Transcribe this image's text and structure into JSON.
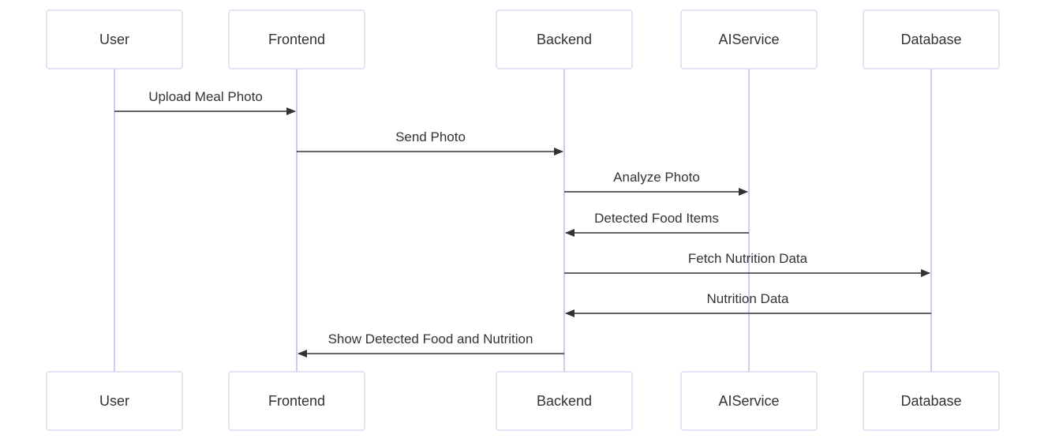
{
  "participants": [
    {
      "id": "user",
      "label": "User"
    },
    {
      "id": "frontend",
      "label": "Frontend"
    },
    {
      "id": "backend",
      "label": "Backend"
    },
    {
      "id": "aiservice",
      "label": "AIService"
    },
    {
      "id": "database",
      "label": "Database"
    }
  ],
  "messages": [
    {
      "from": "user",
      "to": "frontend",
      "label": "Upload Meal Photo"
    },
    {
      "from": "frontend",
      "to": "backend",
      "label": "Send Photo"
    },
    {
      "from": "backend",
      "to": "aiservice",
      "label": "Analyze Photo"
    },
    {
      "from": "aiservice",
      "to": "backend",
      "label": "Detected Food Items"
    },
    {
      "from": "backend",
      "to": "database",
      "label": "Fetch Nutrition Data"
    },
    {
      "from": "database",
      "to": "backend",
      "label": "Nutrition Data"
    },
    {
      "from": "backend",
      "to": "frontend",
      "label": "Show Detected Food and Nutrition"
    }
  ],
  "colors": {
    "lifeline": "#cfcbef",
    "box_border": "#d4d2ee",
    "text": "#333333",
    "arrow": "#333333"
  }
}
